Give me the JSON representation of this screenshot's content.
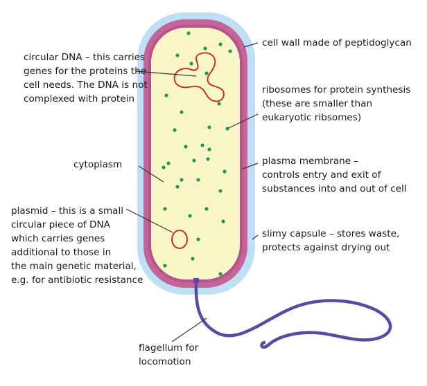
{
  "labels": {
    "cell_wall": [
      "cell wall made of peptidoglycan"
    ],
    "circular_dna": [
      "circular DNA – this carries",
      "genes for the proteins the",
      "cell needs. The DNA is not",
      "complexed with protein"
    ],
    "ribosomes": [
      "ribosomes for protein synthesis",
      "(these are smaller than",
      "eukaryotic ribsomes)"
    ],
    "cytoplasm": [
      "cytoplasm"
    ],
    "plasma_membrane": [
      "plasma membrane –",
      "controls entry and exit of",
      "substances into and out of cell"
    ],
    "plasmid": [
      "plasmid – this is a small",
      "circular piece of DNA",
      "which carries genes",
      "additional to those in",
      "the main genetic material,",
      "e.g. for antibiotic resistance"
    ],
    "capsule": [
      "slimy capsule – stores waste,",
      "protects against drying out"
    ],
    "flagellum": [
      "flagellum for",
      "locomotion"
    ]
  },
  "colors": {
    "capsule": "#bfe0f4",
    "cell_wall": "#c2659a",
    "membrane": "#b5538a",
    "cytoplasm": "#fbf6c8",
    "dna": "#c0302c",
    "ribosome": "#1f9a48",
    "flagellum": "#5b4aa2",
    "leader_line": "#333333"
  }
}
